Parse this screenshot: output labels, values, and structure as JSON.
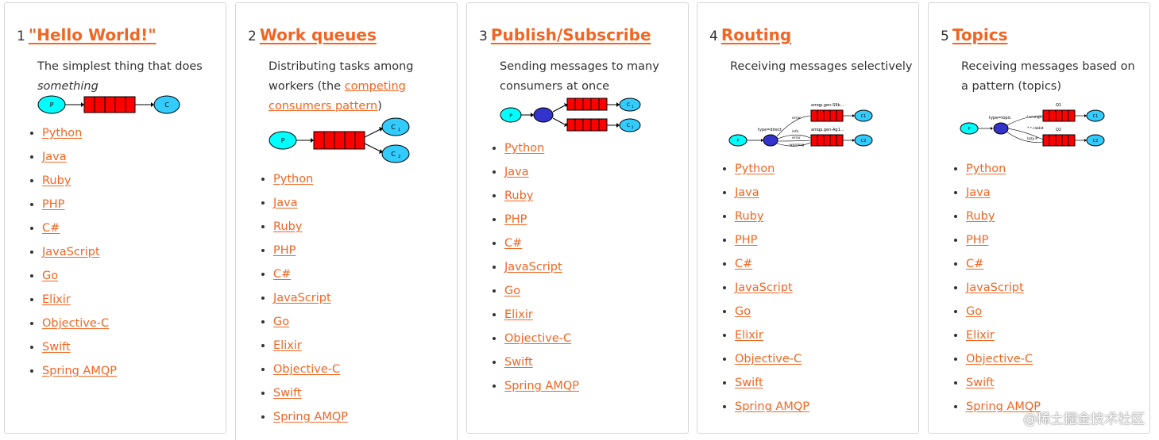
{
  "cards": [
    {
      "num": "1",
      "title": "\"Hello World!\"",
      "desc_text": "The simplest thing that does",
      "desc_em": "something",
      "diagram": {
        "p": "P",
        "c": "C"
      },
      "langs": [
        "Python",
        "Java",
        "Ruby",
        "PHP",
        "C#",
        "JavaScript",
        "Go",
        "Elixir",
        "Objective-C",
        "Swift",
        "Spring AMQP"
      ]
    },
    {
      "num": "2",
      "title": "Work queues",
      "desc_text": "Distributing tasks among workers (the",
      "desc_link": "competing consumers pattern",
      "desc_end": ")",
      "diagram": {
        "p": "P",
        "c1": "C",
        "c1_sub": "1",
        "c2": "C",
        "c2_sub": "2"
      },
      "langs": [
        "Python",
        "Java",
        "Ruby",
        "PHP",
        "C#",
        "JavaScript",
        "Go",
        "Elixir",
        "Objective-C",
        "Swift",
        "Spring AMQP"
      ]
    },
    {
      "num": "3",
      "title": "Publish/Subscribe",
      "desc_text": "Sending messages to many consumers at once",
      "diagram": {
        "p": "P",
        "x": "X",
        "c1": "C",
        "c1_sub": "1",
        "c2": "C",
        "c2_sub": "2"
      },
      "langs": [
        "Python",
        "Java",
        "Ruby",
        "PHP",
        "C#",
        "JavaScript",
        "Go",
        "Elixir",
        "Objective-C",
        "Swift",
        "Spring AMQP"
      ]
    },
    {
      "num": "4",
      "title": "Routing",
      "desc_text": "Receiving messages selectively",
      "diagram": {
        "p": "P",
        "x": "X",
        "c1": "C1",
        "c2": "C2",
        "type": "type=direct",
        "q1": "amqp.gen-S9b...",
        "q2": "amqp.gen-Ag1...",
        "k1": "error",
        "k2": "info",
        "k3": "error",
        "k4": "warning"
      },
      "langs": [
        "Python",
        "Java",
        "Ruby",
        "PHP",
        "C#",
        "JavaScript",
        "Go",
        "Elixir",
        "Objective-C",
        "Swift",
        "Spring AMQP"
      ]
    },
    {
      "num": "5",
      "title": "Topics",
      "desc_text": "Receiving messages based on a pattern (topics)",
      "diagram": {
        "p": "P",
        "x": "X",
        "c1": "C1",
        "c2": "C2",
        "type": "type=topic",
        "q1": "Q1",
        "q2": "Q2",
        "k1": "*.orange.*",
        "k2": "*.*.rabbit",
        "k3": "lazy.#"
      },
      "langs": [
        "Python",
        "Java",
        "Ruby",
        "PHP",
        "C#",
        "JavaScript",
        "Go",
        "Elixir",
        "Objective-C",
        "Swift",
        "Spring AMQP"
      ]
    }
  ],
  "watermark": "@稀土掘金技术社区",
  "colors": {
    "accent": "#f26522",
    "producer": "#00ffff",
    "consumer": "#33ccff",
    "exchange": "#3333cc",
    "queue": "#ff0000"
  }
}
